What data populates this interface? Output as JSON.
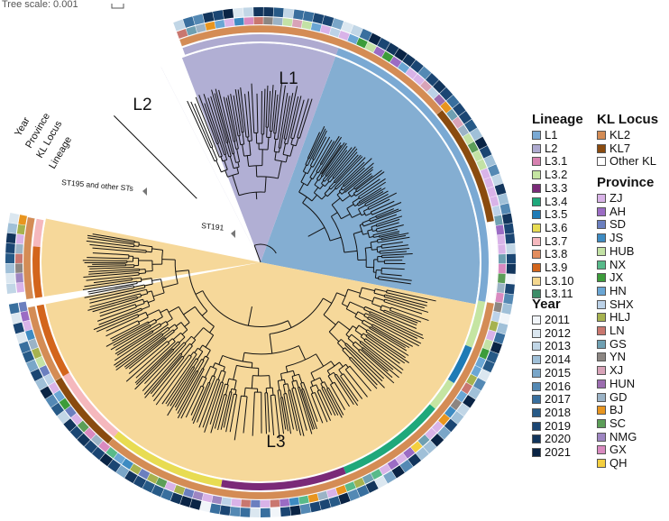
{
  "scale": {
    "label": "Tree scale: 0.001"
  },
  "clades": {
    "L1": "L1",
    "L2": "L2",
    "L3": "L3"
  },
  "ring_labels": {
    "year": "Year",
    "province": "Province",
    "kl": "KL Locus",
    "lineage": "Lineage"
  },
  "annotations": {
    "st195": "ST195 and other STs",
    "st191": "ST191"
  },
  "colors": {
    "L1_bg": "#84aed2",
    "L2_bg": "#b1afd4",
    "L3_bg": "#f6d89a"
  },
  "legend": {
    "lineage": {
      "title": "Lineage",
      "items": [
        {
          "label": "L1",
          "color": "#7aa9d3"
        },
        {
          "label": "L2",
          "color": "#aeaad0"
        },
        {
          "label": "L3.1",
          "color": "#d781b0"
        },
        {
          "label": "L3.2",
          "color": "#c5e5a2"
        },
        {
          "label": "L3.3",
          "color": "#7a2a78"
        },
        {
          "label": "L3.4",
          "color": "#1fa87b"
        },
        {
          "label": "L3.5",
          "color": "#1f7bb6"
        },
        {
          "label": "L3.6",
          "color": "#e8dc52"
        },
        {
          "label": "L3.7",
          "color": "#f5b8bd"
        },
        {
          "label": "L3.8",
          "color": "#e28d5e"
        },
        {
          "label": "L3.9",
          "color": "#d3651c"
        },
        {
          "label": "L3.10",
          "color": "#f4d78f"
        },
        {
          "label": "L3.11",
          "color": "#3d8d68"
        }
      ]
    },
    "kl": {
      "title": "KL Locus",
      "items": [
        {
          "label": "KL2",
          "color": "#d48c55"
        },
        {
          "label": "KL7",
          "color": "#8a4b0f"
        },
        {
          "label": "Other KL",
          "color": "#ffffff"
        }
      ]
    },
    "province": {
      "title": "Province",
      "items": [
        {
          "label": "ZJ",
          "color": "#d9b3e8"
        },
        {
          "label": "AH",
          "color": "#9b6cc4"
        },
        {
          "label": "SD",
          "color": "#6b7fbf"
        },
        {
          "label": "JS",
          "color": "#3d8bc2"
        },
        {
          "label": "HUB",
          "color": "#c3e2a5"
        },
        {
          "label": "NX",
          "color": "#58ba8a"
        },
        {
          "label": "JX",
          "color": "#3c9c3a"
        },
        {
          "label": "HN",
          "color": "#6aa6d4"
        },
        {
          "label": "SHX",
          "color": "#bcd2e8"
        },
        {
          "label": "HLJ",
          "color": "#a6b24f"
        },
        {
          "label": "LN",
          "color": "#c9776f"
        },
        {
          "label": "GS",
          "color": "#6fa0b2"
        },
        {
          "label": "YN",
          "color": "#8c8682"
        },
        {
          "label": "XJ",
          "color": "#d8a3b8"
        },
        {
          "label": "HUN",
          "color": "#9c6db0"
        },
        {
          "label": "GD",
          "color": "#9bb3c6"
        },
        {
          "label": "BJ",
          "color": "#e8951f"
        },
        {
          "label": "SC",
          "color": "#5c9e58"
        },
        {
          "label": "NMG",
          "color": "#9e86c2"
        },
        {
          "label": "GX",
          "color": "#d98ac0"
        },
        {
          "label": "QH",
          "color": "#f4cf3f"
        }
      ]
    },
    "year": {
      "title": "Year",
      "items": [
        {
          "label": "2011",
          "color": "#f1f5f9"
        },
        {
          "label": "2012",
          "color": "#dbe7f0"
        },
        {
          "label": "2013",
          "color": "#c1d6e6"
        },
        {
          "label": "2014",
          "color": "#a0c0d8"
        },
        {
          "label": "2015",
          "color": "#7aa6c8"
        },
        {
          "label": "2016",
          "color": "#5489b4"
        },
        {
          "label": "2017",
          "color": "#396f9e"
        },
        {
          "label": "2018",
          "color": "#275a87"
        },
        {
          "label": "2019",
          "color": "#1b4673"
        },
        {
          "label": "2020",
          "color": "#12355c"
        },
        {
          "label": "2021",
          "color": "#0a2445"
        }
      ]
    }
  }
}
